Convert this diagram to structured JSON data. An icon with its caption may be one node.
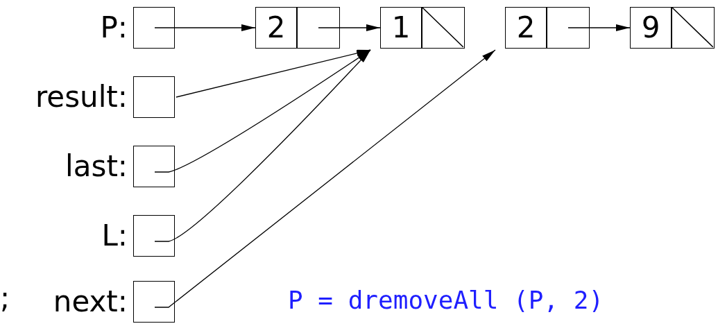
{
  "diagram": {
    "nodes": [
      {
        "text": [
          "P:"
        ]
      },
      {
        "text": [
          "2"
        ]
      },
      {
        "text": [
          "1"
        ]
      },
      {
        "text": [
          "2"
        ]
      },
      {
        "text": [
          "9"
        ]
      },
      {
        "text": [
          "result:"
        ]
      },
      {
        "text": [
          "last:"
        ]
      },
      {
        "text": [
          "L:"
        ]
      },
      {
        "text": [
          "next:"
        ]
      }
    ],
    "edges": [
      {
        "from": 0,
        "to": 1,
        "arrow": "to"
      },
      {
        "from": 1,
        "to": 2,
        "arrow": "to"
      },
      {
        "from": 3,
        "to": 4,
        "arrow": "to"
      },
      {
        "from": 5,
        "to": 2,
        "arrow": "to"
      },
      {
        "from": 6,
        "to": 2,
        "arrow": "to"
      },
      {
        "from": 7,
        "to": 2,
        "arrow": "to"
      },
      {
        "from": 8,
        "to": 3,
        "arrow": "to"
      }
    ],
    "labels": [
      ";",
      "P = dremoveAll (P, 2)"
    ]
  }
}
